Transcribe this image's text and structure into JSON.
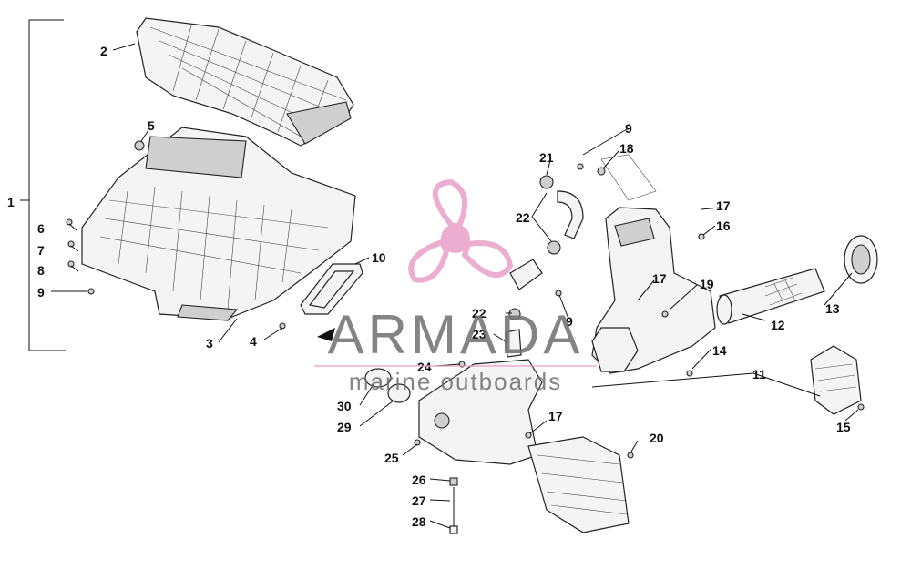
{
  "diagram": {
    "callouts": [
      "1",
      "2",
      "3",
      "4",
      "5",
      "6",
      "7",
      "8",
      "9",
      "10",
      "11",
      "12",
      "13",
      "14",
      "15",
      "16",
      "17",
      "18",
      "19",
      "20",
      "21",
      "22",
      "23",
      "24",
      "25",
      "26",
      "27",
      "28",
      "29",
      "30"
    ],
    "labels": {
      "l1": "1",
      "l2": "2",
      "l3": "3",
      "l4": "4",
      "l5": "5",
      "l6": "6",
      "l7": "7",
      "l8": "8",
      "l9a": "9",
      "l9b": "9",
      "l9c": "9",
      "l10": "10",
      "l11": "11",
      "l12": "12",
      "l13": "13",
      "l14": "14",
      "l15": "15",
      "l16": "16",
      "l17a": "17",
      "l17b": "17",
      "l17c": "17",
      "l18": "18",
      "l19": "19",
      "l20": "20",
      "l21": "21",
      "l22a": "22",
      "l22b": "22",
      "l23": "23",
      "l24": "24",
      "l25": "25",
      "l26": "26",
      "l27": "27",
      "l28": "28",
      "l29": "29",
      "l30": "30"
    }
  },
  "watermark": {
    "brand": "ARMADA",
    "tagline": "marine outboards",
    "logo_icon": "propeller-icon",
    "logo_color": "#e8a0c8",
    "text_color": "#6f6f6f"
  }
}
